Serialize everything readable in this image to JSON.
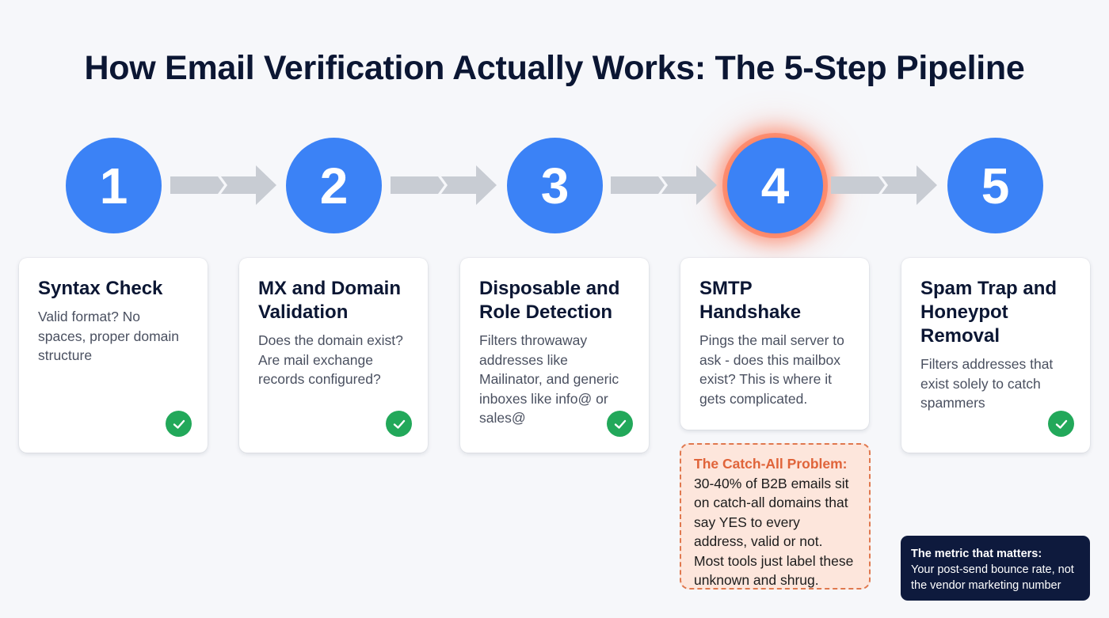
{
  "title": "How Email Verification Actually Works: The 5-Step Pipeline",
  "colors": {
    "step_circle": "#3b82f6",
    "highlight_glow": "#ff6a46",
    "arrow": "#c8ccd3",
    "check": "#22a85a",
    "callout_bg": "#fde6dc",
    "callout_border": "#e0784e",
    "metric_bg": "#0e1a3d"
  },
  "steps": [
    {
      "number": "1",
      "title": "Syntax Check",
      "description": "Valid format? No spaces, proper domain structure",
      "status_icon": "check-circle-icon",
      "highlighted": false
    },
    {
      "number": "2",
      "title": "MX and Domain Validation",
      "description": "Does the domain exist? Are mail exchange records configured?",
      "status_icon": "check-circle-icon",
      "highlighted": false
    },
    {
      "number": "3",
      "title": "Disposable and Role Detection",
      "description": "Filters throwaway addresses like Mailinator, and generic inboxes like info@ or sales@",
      "status_icon": "check-circle-icon",
      "highlighted": false
    },
    {
      "number": "4",
      "title": "SMTP Handshake",
      "description": "Pings the mail server to ask - does this mailbox exist? This is where it gets complicated.",
      "status_icon": null,
      "highlighted": true
    },
    {
      "number": "5",
      "title": "Spam Trap and Honeypot Removal",
      "description": "Filters addresses that exist solely to catch spammers",
      "status_icon": "check-circle-icon",
      "highlighted": false
    }
  ],
  "callout": {
    "title": "The Catch-All Problem:",
    "body": "30-40% of B2B emails sit on catch-all domains that say YES to every address, valid or not. Most tools just label these unknown and shrug."
  },
  "metric_box": {
    "title": "The metric that matters:",
    "body": "Your post-send bounce rate, not the vendor marketing number"
  }
}
